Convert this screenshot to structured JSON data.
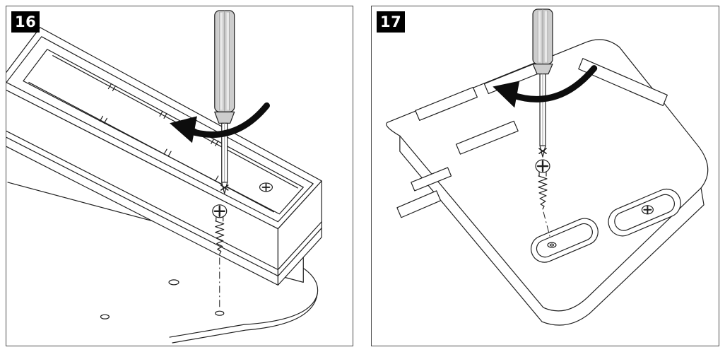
{
  "document": {
    "kind": "assembly-instruction-figure",
    "panel_count": 2
  },
  "panels": [
    {
      "step_number": "16",
      "action": "drive screw into frame corner with screwdriver",
      "elements": [
        "screwdriver-icon",
        "rotation-arrow-icon",
        "screw-icon",
        "frame-part",
        "base-plate-part",
        "guide-hole"
      ]
    },
    {
      "step_number": "17",
      "action": "drive screw into cover plate recess with screwdriver",
      "elements": [
        "screwdriver-icon",
        "rotation-arrow-icon",
        "screw-icon",
        "cover-plate-part",
        "screw-recess",
        "preinstalled-screw",
        "guide-hole"
      ]
    }
  ],
  "colors": {
    "background": "#ffffff",
    "panel_border": "#4a4a4a",
    "line": "#1f1f1f",
    "badge_background": "#000000",
    "badge_text": "#ffffff",
    "handle_gray": "#cdcdcd",
    "arrow_black": "#0d0d0d"
  }
}
